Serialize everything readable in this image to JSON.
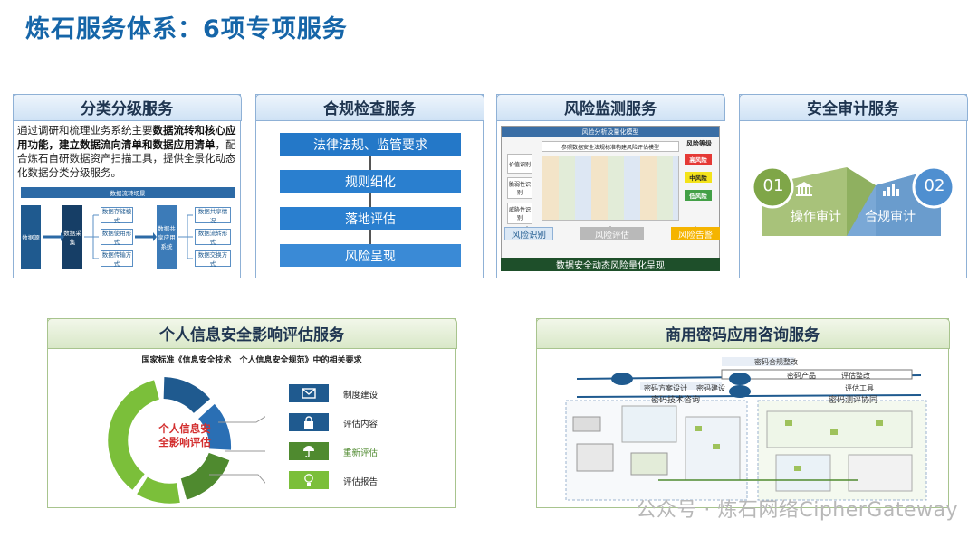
{
  "page": {
    "title": "炼石服务体系：6项专项服务"
  },
  "card1": {
    "title": "分类分级服务",
    "text_part1": "通过调研和梳理业务系统主要",
    "text_bold1": "数据流转和核心应用功能，建立数据流向清单和数据应用清单",
    "text_part2": "，配合炼石自研数据资产扫描工具，提供全景化动态化数据分类分级服务。",
    "diagram_title": "数据流转场景",
    "diagram": {
      "source": "数据源",
      "collect": "数据采集",
      "mid": [
        "数据存储模式",
        "数据使用形式",
        "数据传输方式"
      ],
      "system": "数据共享应用系统",
      "right": [
        "数据共享情况",
        "数据流转形式",
        "数据交换方式"
      ]
    }
  },
  "card2": {
    "title": "合规检查服务",
    "steps": [
      "法律法规、监管要求",
      "规则细化",
      "落地评估",
      "风险呈现"
    ]
  },
  "card3": {
    "title": "风险监测服务",
    "panel_title": "风险分析及量化模型",
    "model_title": "参照数据安全法规标准构建风险评估模型",
    "left_labels": [
      "价值识别",
      "脆弱性识别",
      "威胁性识别"
    ],
    "level_title": "风险等级",
    "levels": [
      "高风险",
      "中风险",
      "低风险"
    ],
    "outputs": [
      "风险识别",
      "风险评估",
      "风险告警"
    ],
    "footer": "数据安全动态风险量化呈现"
  },
  "card4": {
    "title": "安全审计服务",
    "items": [
      {
        "num": "01",
        "label": "操作审计"
      },
      {
        "num": "02",
        "label": "合规审计"
      }
    ]
  },
  "card5": {
    "title": "个人信息安全影响评估服务",
    "subtitle": "国家标准《信息安全技术　个人信息安全规范》中的相关要求",
    "center": "个人信息安全影响评估",
    "items": [
      "制度建设",
      "评估内容",
      "重新评估",
      "评估报告"
    ],
    "colors": {
      "blue_dark": "#1f5a8f",
      "blue": "#2a6fb4",
      "green_dark": "#4f8a2f",
      "green": "#7bbf3a"
    }
  },
  "card6": {
    "title": "商用密码应用咨询服务",
    "top": "密码合规整改",
    "row1": [
      "密码产品",
      "评估整改"
    ],
    "left_band": "密码方案设计",
    "mid_band": "密码建设",
    "right_band": "评估工具",
    "sec1": "密码技术咨询",
    "sec2": "密码测评协同"
  },
  "watermark": "公众号 · 炼石网络CipherGateway"
}
